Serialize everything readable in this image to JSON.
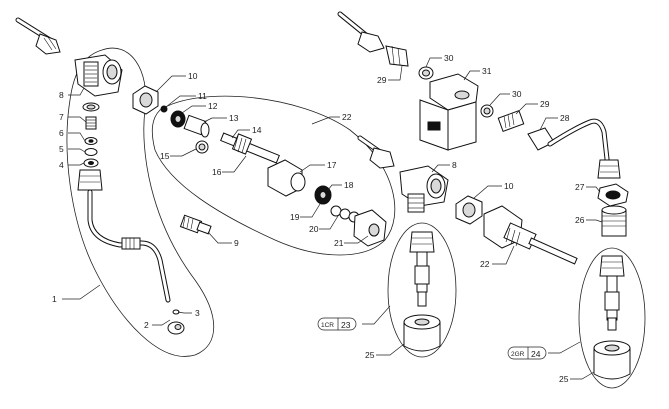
{
  "callouts": [
    "1",
    "2",
    "3",
    "4",
    "5",
    "6",
    "7",
    "8",
    "9",
    "10",
    "11",
    "12",
    "13",
    "14",
    "15",
    "16",
    "17",
    "18",
    "19",
    "20",
    "21",
    "22",
    "23",
    "24",
    "25",
    "26",
    "27",
    "28",
    "29",
    "30",
    "31"
  ],
  "right_labels": {
    "p8": "8",
    "p10": "10",
    "p22": "22",
    "p25a": "25",
    "p25b": "25",
    "p26": "26",
    "p27": "27",
    "p28": "28",
    "p29a": "29",
    "p29b": "29",
    "p30a": "30",
    "p30b": "30",
    "p31": "31"
  },
  "tags": {
    "left": {
      "code": "1CR",
      "number": "23"
    },
    "right": {
      "code": "2GR",
      "number": "24"
    }
  }
}
